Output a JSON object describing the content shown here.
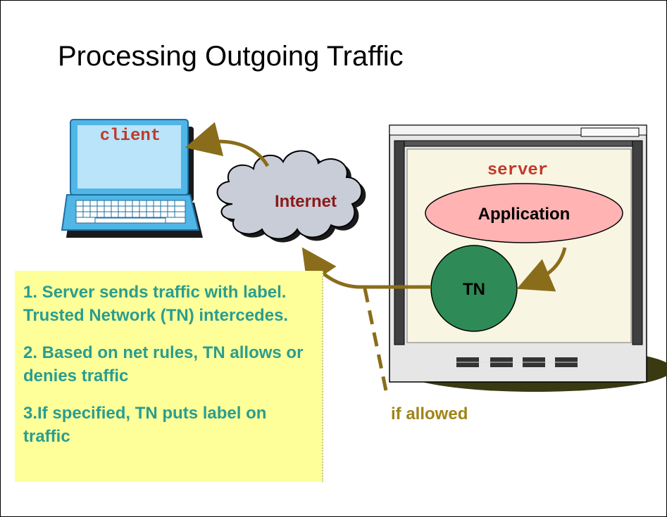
{
  "slide": {
    "title": "Processing Outgoing Traffic"
  },
  "diagram": {
    "client_label": "client",
    "internet_label": "Internet",
    "server_label": "server",
    "application_label": "Application",
    "tn_label": "TN",
    "allowed_label": "if allowed"
  },
  "notes": {
    "items": [
      "1. Server sends traffic with label. Trusted Network (TN) intercedes.",
      "2. Based on net rules, TN allows or denies traffic",
      "3.If specified, TN puts label on traffic"
    ]
  },
  "colors": {
    "note_background": "#ffff99",
    "note_text": "#2a9d8f",
    "arrow": "#8a6d1a",
    "application_fill": "#ffb3b3",
    "tn_fill": "#2e8b57",
    "label_red": "#c0392b"
  }
}
